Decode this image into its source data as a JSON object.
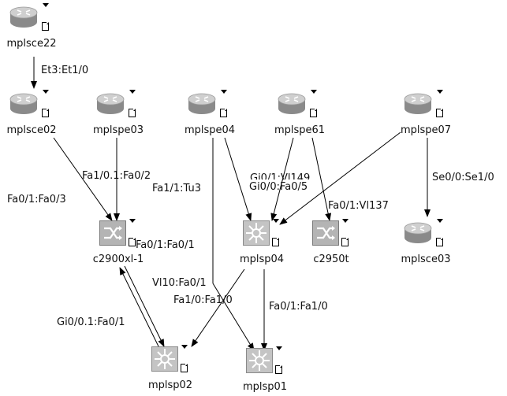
{
  "nodes": {
    "mplsce22": {
      "name": "mplsce22",
      "type": "router"
    },
    "mplsce02": {
      "name": "mplsce02",
      "type": "router"
    },
    "mplspe03": {
      "name": "mplspe03",
      "type": "router"
    },
    "mplspe04": {
      "name": "mplspe04",
      "type": "router"
    },
    "mplspe61": {
      "name": "mplspe61",
      "type": "router"
    },
    "mplspe07": {
      "name": "mplspe07",
      "type": "router"
    },
    "c2900xl1": {
      "name": "c2900xl-1",
      "type": "switch"
    },
    "mplsp04": {
      "name": "mplsp04",
      "type": "core-router"
    },
    "c2950t": {
      "name": "c2950t",
      "type": "switch"
    },
    "mplsce03": {
      "name": "mplsce03",
      "type": "router"
    },
    "mplsp02": {
      "name": "mplsp02",
      "type": "core-router"
    },
    "mplsp01": {
      "name": "mplsp01",
      "type": "core-router"
    }
  },
  "links": {
    "l1": {
      "label": "Et3:Et1/0"
    },
    "l2": {
      "label": "Fa1/0.1:Fa0/2"
    },
    "l3": {
      "label": "Fa0/1:Fa0/3"
    },
    "l4": {
      "label": "Fa1/1:Tu3"
    },
    "l5": {
      "label": "Gi0/1:Vl149"
    },
    "l6": {
      "label": "Gi0/0:Fa0/5"
    },
    "l7": {
      "label": "Fa0/1:Vl137"
    },
    "l8": {
      "label": "Se0/0:Se1/0"
    },
    "l9": {
      "label": "Fa0/1:Fa0/1"
    },
    "l10": {
      "label": "Vl10:Fa0/1"
    },
    "l11": {
      "label": "Fa1/0:Fa1/0"
    },
    "l12": {
      "label": "Fa0/1:Fa1/0"
    },
    "l13": {
      "label": "Gi0/0.1:Fa0/1"
    }
  },
  "colors": {
    "router_fill": "#c8c8c8",
    "router_dark": "#8a8a8a",
    "switch_fill": "#b4b4b4",
    "link": "#000000",
    "label": "#111111"
  }
}
